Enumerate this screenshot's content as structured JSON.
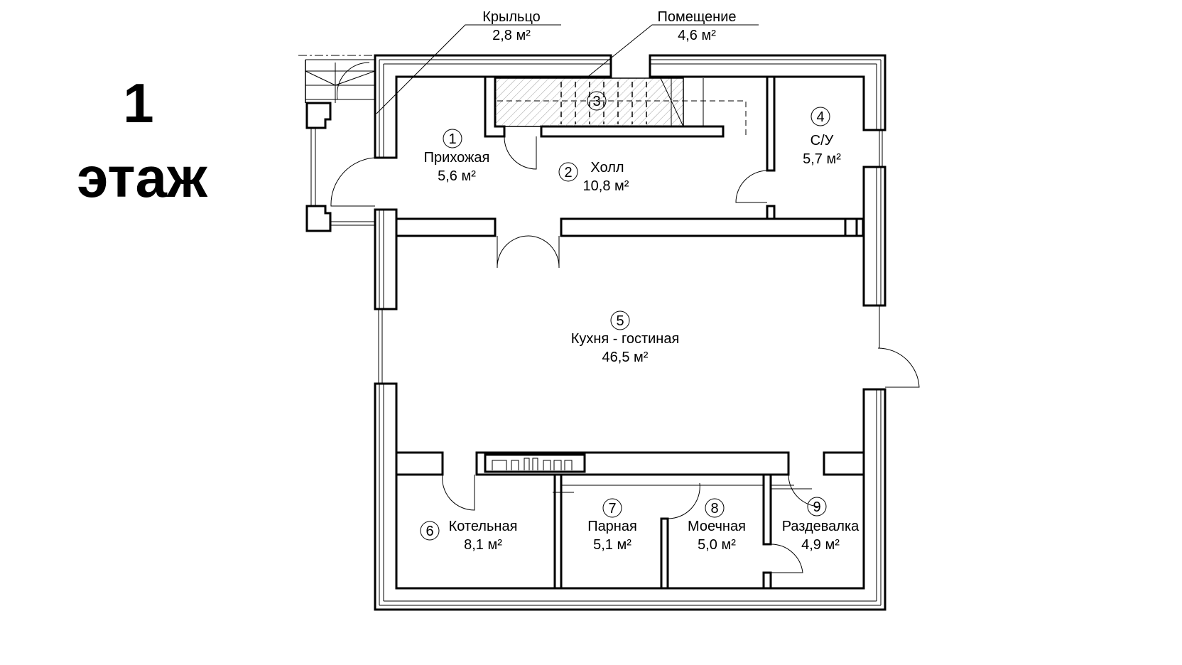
{
  "floor_title": {
    "number": "1",
    "label": "этаж"
  },
  "callouts": [
    {
      "name": "Крыльцо",
      "area": "2,8 м²"
    },
    {
      "name": "Помещение",
      "area": "4,6 м²"
    }
  ],
  "rooms": [
    {
      "num": "1",
      "name": "Прихожая",
      "area": "5,6 м²"
    },
    {
      "num": "2",
      "name": "Холл",
      "area": "10,8 м²"
    },
    {
      "num": "3"
    },
    {
      "num": "4",
      "name": "С/У",
      "area": "5,7 м²"
    },
    {
      "num": "5",
      "name": "Кухня - гостиная",
      "area": "46,5 м²"
    },
    {
      "num": "6",
      "name": "Котельная",
      "area": "8,1 м²"
    },
    {
      "num": "7",
      "name": "Парная",
      "area": "5,1 м²"
    },
    {
      "num": "8",
      "name": "Моечная",
      "area": "5,0 м²"
    },
    {
      "num": "9",
      "name": "Раздевалка",
      "area": "4,9 м²"
    }
  ]
}
